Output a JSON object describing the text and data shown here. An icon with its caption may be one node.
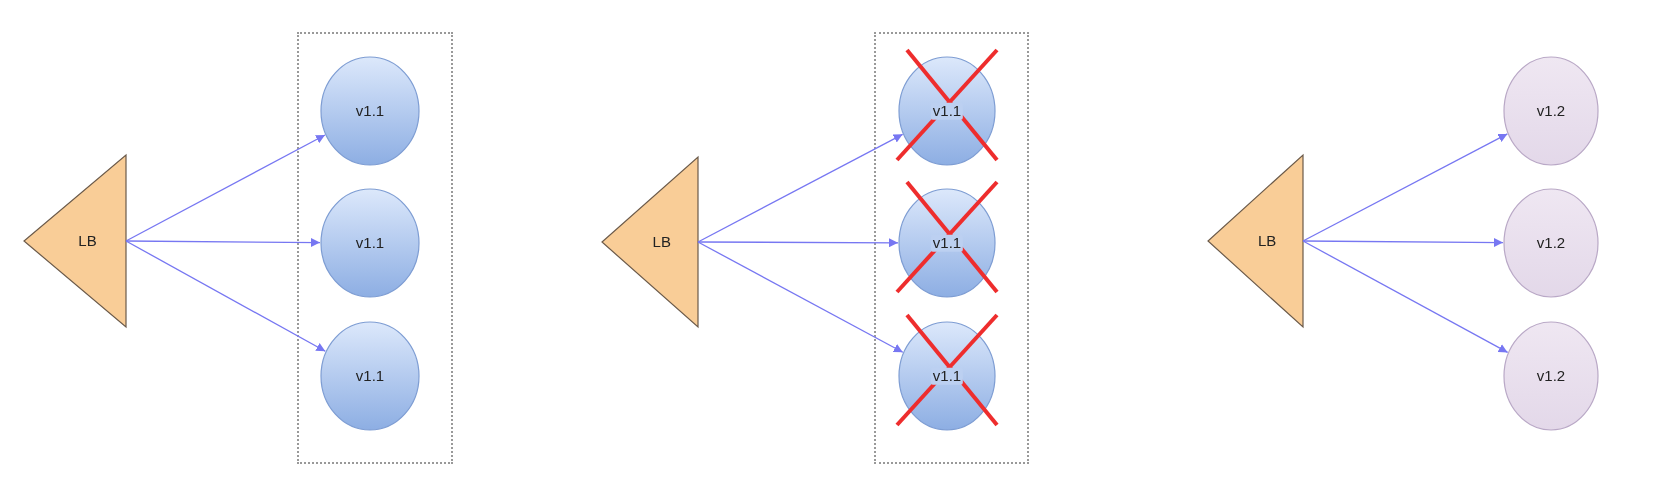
{
  "diagram": {
    "nodes": [
      {
        "text": [],
        "shape": "box"
      },
      {
        "text": [
          "LB"
        ]
      },
      {
        "text": [
          "v1.1"
        ],
        "in": 0
      },
      {
        "text": [
          "v1.1"
        ],
        "in": 0
      },
      {
        "text": [
          "v1.1"
        ],
        "in": 0
      },
      {
        "text": [],
        "shape": "box"
      },
      {
        "text": [
          "LB"
        ]
      },
      {
        "text": [
          "v1.1"
        ],
        "in": 5
      },
      {
        "text": [
          "v1.1"
        ],
        "in": 5
      },
      {
        "text": [
          "v1.1"
        ],
        "in": 5
      },
      {
        "text": [
          "LB"
        ]
      },
      {
        "text": [
          "v1.2"
        ]
      },
      {
        "text": [
          "v1.2"
        ]
      },
      {
        "text": [
          "v1.2"
        ]
      }
    ],
    "edges": [
      {
        "from": 1,
        "to": 2,
        "arrow": "to"
      },
      {
        "from": 1,
        "to": 3,
        "arrow": "to"
      },
      {
        "from": 1,
        "to": 4,
        "arrow": "to"
      },
      {
        "from": 6,
        "to": 7,
        "arrow": "to"
      },
      {
        "from": 6,
        "to": 8,
        "arrow": "to"
      },
      {
        "from": 6,
        "to": 9,
        "arrow": "to"
      },
      {
        "from": 10,
        "to": 11,
        "arrow": "to"
      },
      {
        "from": 10,
        "to": 12,
        "arrow": "to"
      },
      {
        "from": 10,
        "to": 13,
        "arrow": "to"
      }
    ]
  }
}
